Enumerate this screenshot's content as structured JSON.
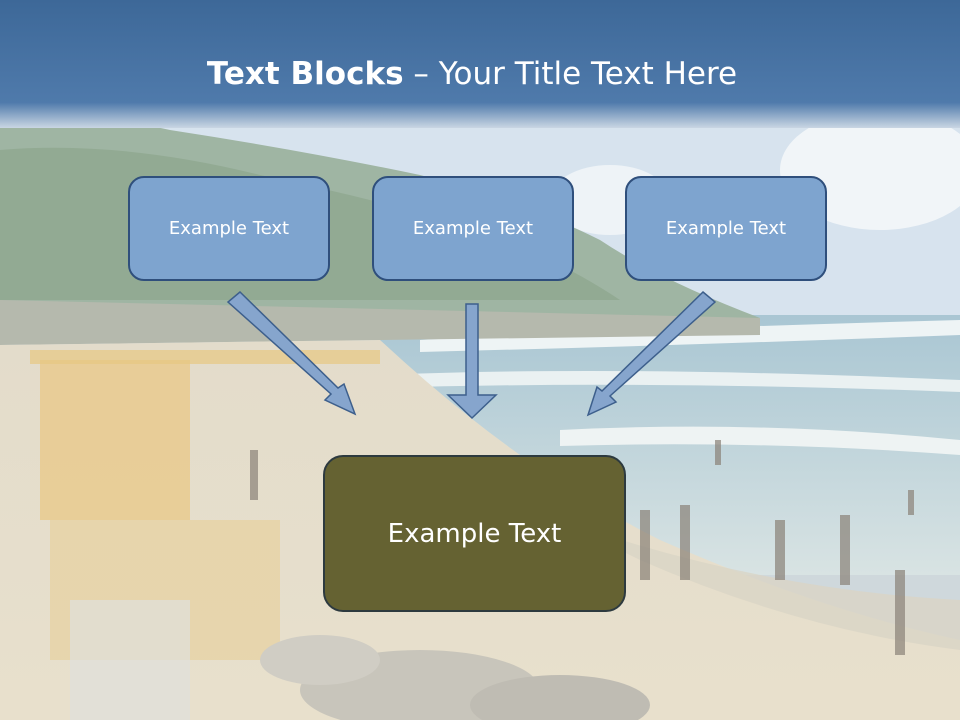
{
  "slide": {
    "title_bold": "Text Blocks",
    "title_dash": " – ",
    "title_rest": "Your Title Text Here",
    "blocks": [
      "Example Text",
      "Example Text",
      "Example Text"
    ],
    "main_block": "Example Text"
  },
  "colors": {
    "header_blue": "#466f9f",
    "box_fill": "#7ea4cf",
    "box_border": "#2f4f7c",
    "main_box_fill": "#656232",
    "arrow_fill": "#86a5cd"
  }
}
